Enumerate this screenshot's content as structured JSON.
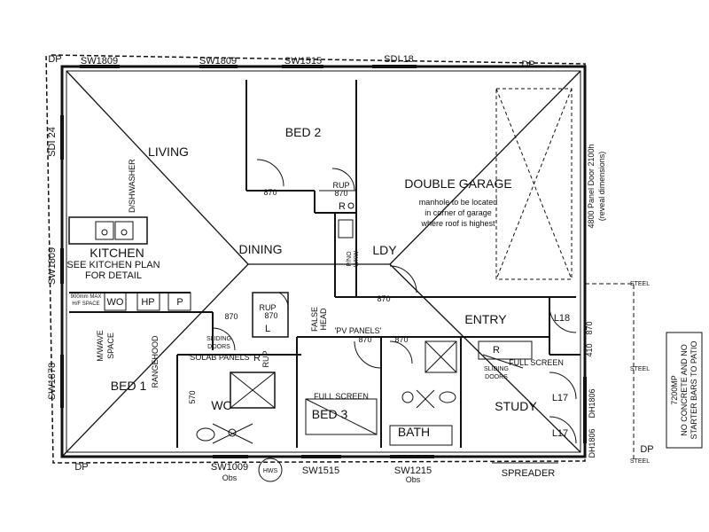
{
  "rooms": {
    "living": "LIVING",
    "bed2": "BED 2",
    "double_garage": "DOUBLE GARAGE",
    "kitchen": "KITCHEN",
    "dining": "DINING",
    "ldy": "LDY",
    "entry": "ENTRY",
    "bed1": "BED 1",
    "bed3": "BED 3",
    "study": "STUDY",
    "wc": "WC",
    "bath": "BATH"
  },
  "windows": {
    "sw1809_a": "SW1809",
    "sw1809_b": "SW1809",
    "sw1515_top": "SW1515",
    "sdi18": "SDI 18",
    "sdi24": "SDI 24",
    "sw1809_left": "SW1809",
    "sw1878": "SW1878",
    "sw1009": "SW1009",
    "sw1515_bottom": "SW1515",
    "sw1215": "SW1215",
    "dh1806_a": "DH1806",
    "dh1806_b": "DH1806",
    "obs1": "Obs",
    "obs2": "Obs"
  },
  "notes": {
    "dp_tl": "DP",
    "dp_tr": "DP",
    "dp_bl": "DP",
    "dp_br": "DP",
    "manhole_1": "manhole to be located",
    "manhole_2": "in corner of garage",
    "manhole_3": "where roof is highest",
    "garage_door_1": "4800 Panel Door 2100h",
    "garage_door_2": "(reveal dimensions)",
    "dishwasher": "D/SHWASHER",
    "kitchen_plan_1": "SEE KITCHEN PLAN",
    "kitchen_plan_2": "FOR DETAIL",
    "wo": "WO",
    "hp": "HP",
    "p": "P",
    "fridge_space_1": "900mm MAX",
    "fridge_space_2": "H/F SPACE",
    "mwave_1": "M/WAVE",
    "mwave_2": "SPACE",
    "rangehood": "RANGEHOOD",
    "rup_1": "RUP",
    "rup_2": "RUP",
    "d870_bed2": "870",
    "d870_rup1": "870",
    "d870_dining": "870",
    "d870_rup2": "870",
    "d870_ldy": "870",
    "d870_bed3": "870",
    "d870_bath": "870",
    "d870_right": "870",
    "d410": "410",
    "d570": "570",
    "r_bed2": "R",
    "r_study": "R",
    "r_wc": "R",
    "l_rup": "L",
    "pano_1": "P/NO",
    "pano_2": "WKW",
    "false_head_1": "FALSE",
    "false_head_2": "HEAD",
    "pv_panels": "'PV PANELS'",
    "solab_panels": "'SOLAB PANELS'",
    "sliding_doors_1a": "SLIDING",
    "sliding_doors_1b": "DOORS",
    "sliding_doors_2a": "SLIDING",
    "sliding_doors_2b": "DOORS",
    "full_screen_1": "FULL SCREEN",
    "full_screen_2": "FULL SCREEN",
    "rup_bed1": "RUP",
    "l17_a": "L17",
    "l17_b": "L17",
    "l18": "L18",
    "steel_1": "STEEL",
    "steel_2": "STEEL",
    "steel_3": "STEEL",
    "hws": "HWS",
    "spreader": "SPREADER",
    "patio_1": "7200MP",
    "patio_2": "NO CONCRETE AND NO",
    "patio_3": "STARTER BARS TO PATIO"
  }
}
